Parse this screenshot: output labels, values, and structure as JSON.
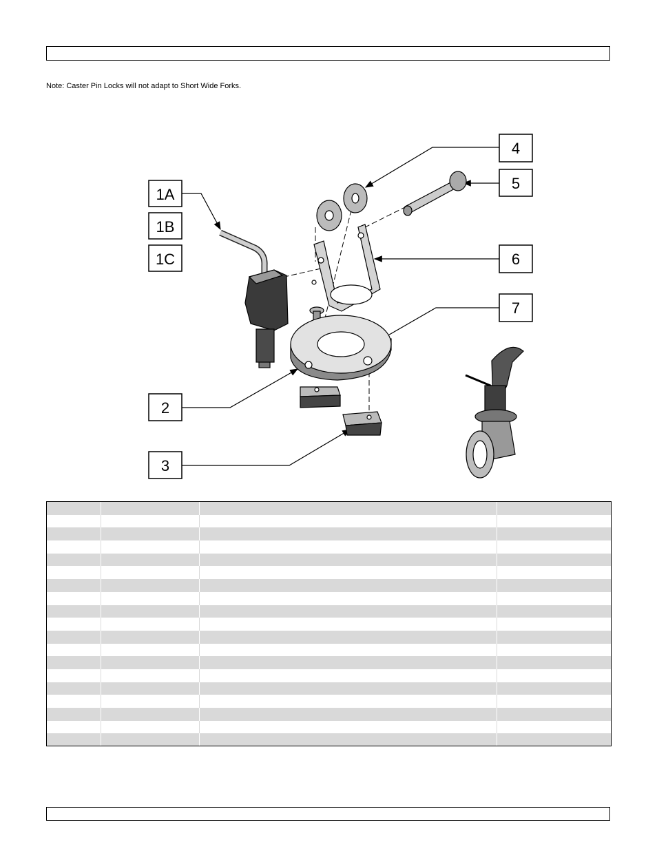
{
  "header": {
    "text": ""
  },
  "note": {
    "text": "Note: Caster Pin Locks will not adapt to Short Wide Forks."
  },
  "diagram": {
    "callouts": [
      {
        "id": "1A",
        "label": "1A"
      },
      {
        "id": "1B",
        "label": "1B"
      },
      {
        "id": "1C",
        "label": "1C"
      },
      {
        "id": "2",
        "label": "2"
      },
      {
        "id": "3",
        "label": "3"
      },
      {
        "id": "4",
        "label": "4"
      },
      {
        "id": "5",
        "label": "5"
      },
      {
        "id": "6",
        "label": "6"
      },
      {
        "id": "7",
        "label": "7"
      }
    ]
  },
  "parts_table": {
    "row_count": 19,
    "rows": [
      [
        "",
        "",
        "",
        ""
      ],
      [
        "",
        "",
        "",
        ""
      ],
      [
        "",
        "",
        "",
        ""
      ],
      [
        "",
        "",
        "",
        ""
      ],
      [
        "",
        "",
        "",
        ""
      ],
      [
        "",
        "",
        "",
        ""
      ],
      [
        "",
        "",
        "",
        ""
      ],
      [
        "",
        "",
        "",
        ""
      ],
      [
        "",
        "",
        "",
        ""
      ],
      [
        "",
        "",
        "",
        ""
      ],
      [
        "",
        "",
        "",
        ""
      ],
      [
        "",
        "",
        "",
        ""
      ],
      [
        "",
        "",
        "",
        ""
      ],
      [
        "",
        "",
        "",
        ""
      ],
      [
        "",
        "",
        "",
        ""
      ],
      [
        "",
        "",
        "",
        ""
      ],
      [
        "",
        "",
        "",
        ""
      ],
      [
        "",
        "",
        "",
        ""
      ],
      [
        "",
        "",
        "",
        ""
      ]
    ]
  },
  "footer": {
    "text": ""
  }
}
